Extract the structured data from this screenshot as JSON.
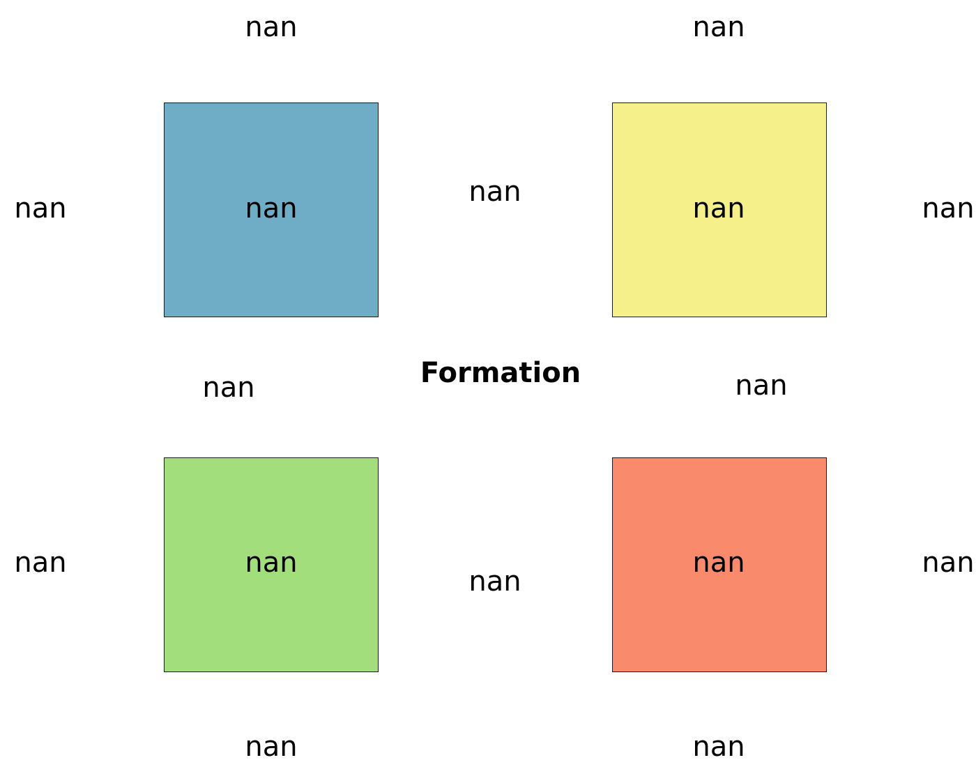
{
  "title": "Formation",
  "colors": {
    "top_left": "#6FADC6",
    "top_right": "#F6F08A",
    "bottom_left": "#A3DE7D",
    "bottom_right": "#F98A6C",
    "border": "#1a1a1a"
  },
  "quadrants": {
    "top_left": {
      "label": "nan",
      "top_label": "nan",
      "side_label": "nan",
      "diag_label": "nan"
    },
    "top_right": {
      "label": "nan",
      "top_label": "nan",
      "side_label": "nan",
      "diag_label": "nan"
    },
    "bottom_left": {
      "label": "nan",
      "bottom_label": "nan",
      "side_label": "nan"
    },
    "bottom_right": {
      "label": "nan",
      "bottom_label": "nan",
      "side_label": "nan"
    }
  },
  "between": {
    "top": "nan",
    "bottom": "nan"
  }
}
